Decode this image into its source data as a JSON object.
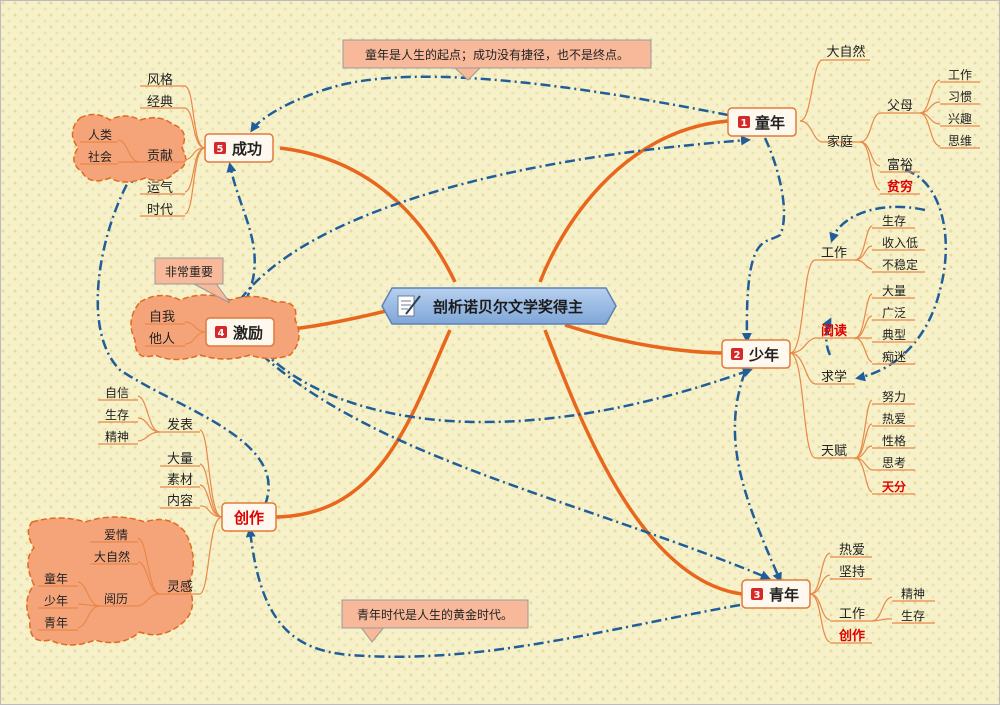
{
  "center": "剖析诺贝尔文学奖得主",
  "topics": {
    "childhood": {
      "num": "1",
      "label": "童年"
    },
    "youth": {
      "num": "2",
      "label": "少年"
    },
    "adolescence": {
      "num": "3",
      "label": "青年"
    },
    "motivation": {
      "num": "4",
      "label": "激励"
    },
    "success": {
      "num": "5",
      "label": "成功"
    },
    "creation": {
      "label": "创作"
    }
  },
  "callouts": {
    "childhood_note": "童年是人生的起点；成功没有捷径，也不是终点。",
    "youth_note": "青年时代是人生的黄金时代。",
    "important": "非常重要"
  },
  "childhood_branch": {
    "nature": "大自然",
    "family": "家庭",
    "parents": "父母",
    "parents_items": [
      "工作",
      "习惯",
      "兴趣",
      "思维"
    ],
    "rich": "富裕",
    "poor": "贫穷"
  },
  "youth_branch": {
    "work": "工作",
    "work_items": [
      "生存",
      "收入低",
      "不稳定"
    ],
    "reading": "阅读",
    "reading_items": [
      "大量",
      "广泛",
      "典型",
      "痴迷"
    ],
    "study": "求学",
    "talent": "天赋",
    "talent_items": [
      "努力",
      "热爱",
      "性格",
      "思考",
      "天分"
    ]
  },
  "adolescence_branch": {
    "items": [
      "热爱",
      "坚持"
    ],
    "work": "工作",
    "work_items": [
      "精神",
      "生存"
    ],
    "creation": "创作"
  },
  "success_branch": {
    "items_top": [
      "风格",
      "经典"
    ],
    "contribution": "贡献",
    "contribution_items": [
      "人类",
      "社会"
    ],
    "items_bottom": [
      "运气",
      "时代"
    ]
  },
  "motivation_branch": {
    "items": [
      "自我",
      "他人"
    ]
  },
  "creation_branch": {
    "publish": "发表",
    "publish_items": [
      "自信",
      "生存",
      "精神"
    ],
    "content_items": [
      "大量",
      "素材",
      "内容"
    ],
    "inspiration": "灵感",
    "inspiration_items": [
      "爱情",
      "大自然"
    ],
    "experience": "阅历",
    "experience_items": [
      "童年",
      "少年",
      "青年"
    ]
  },
  "colors": {
    "background": "#f6f1c8",
    "trunk": "#e8671c",
    "branch_line": "#e9884a",
    "arrow": "#1f5e9a",
    "cloud_fill": "#f5a47a",
    "cloud_stroke": "#e06a1e",
    "note_fill": "#f7b99a",
    "highlight_text": "#e00000",
    "center_fill": "#8fb4e3"
  }
}
